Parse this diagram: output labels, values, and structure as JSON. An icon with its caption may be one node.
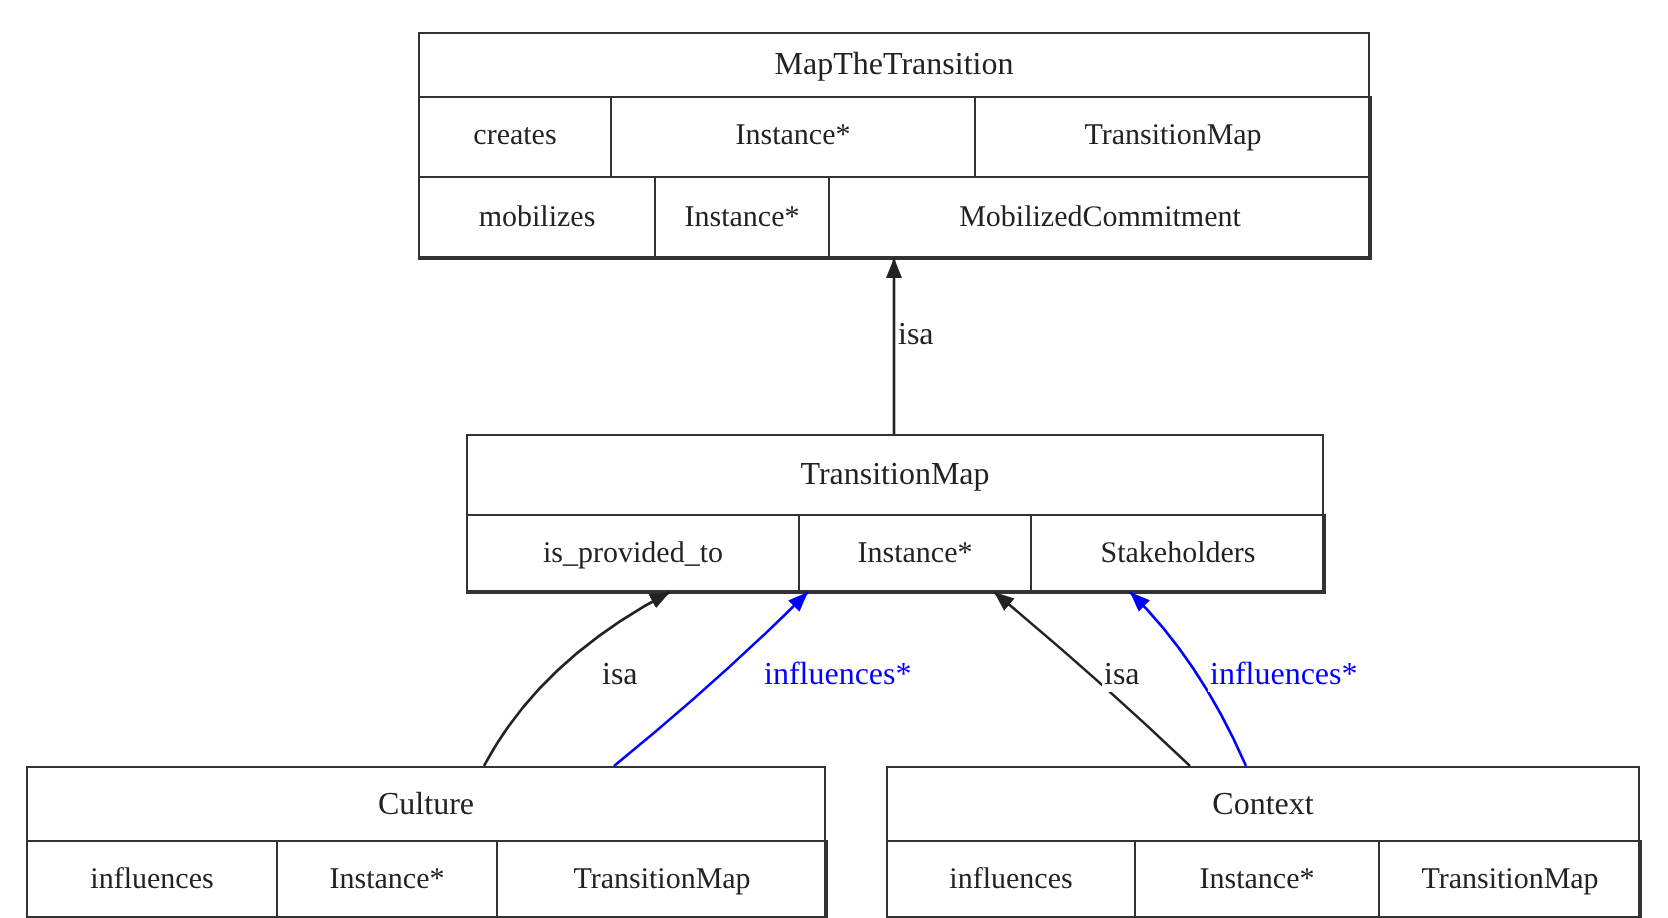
{
  "diagram": {
    "nodes": [
      {
        "text": [
          "MapTheTransition"
        ]
      },
      {
        "text": [
          "creates"
        ],
        "in": 0
      },
      {
        "text": [
          "Instance*"
        ],
        "in": 0
      },
      {
        "text": [
          "TransitionMap"
        ],
        "in": 0
      },
      {
        "text": [
          "mobilizes"
        ],
        "in": 0
      },
      {
        "text": [
          "Instance*"
        ],
        "in": 0
      },
      {
        "text": [
          "MobilizedCommitment"
        ],
        "in": 0
      },
      {
        "text": [
          "TransitionMap"
        ]
      },
      {
        "text": [
          "is_provided_to"
        ],
        "in": 7
      },
      {
        "text": [
          "Instance*"
        ],
        "in": 7
      },
      {
        "text": [
          "Stakeholders"
        ],
        "in": 7
      },
      {
        "text": [
          "Culture"
        ]
      },
      {
        "text": [
          "influences"
        ],
        "in": 11
      },
      {
        "text": [
          "Instance*"
        ],
        "in": 11
      },
      {
        "text": [
          "TransitionMap"
        ],
        "in": 11
      },
      {
        "text": [
          "Context"
        ]
      },
      {
        "text": [
          "influences"
        ],
        "in": 15
      },
      {
        "text": [
          "Instance*"
        ],
        "in": 15
      },
      {
        "text": [
          "TransitionMap"
        ],
        "in": 15
      }
    ],
    "edges": [
      {
        "from": 7,
        "to": 0,
        "arrow": "to",
        "label": "isa"
      },
      {
        "from": 11,
        "to": 8,
        "arrow": "to",
        "label": "isa"
      },
      {
        "from": 11,
        "to": 9,
        "arrow": "to",
        "label": "influences*",
        "color": "#0000ff"
      },
      {
        "from": 15,
        "to": 9,
        "arrow": "to",
        "label": "isa"
      },
      {
        "from": 15,
        "to": 10,
        "arrow": "to",
        "label": "influences*",
        "color": "#0000ff"
      }
    ]
  }
}
